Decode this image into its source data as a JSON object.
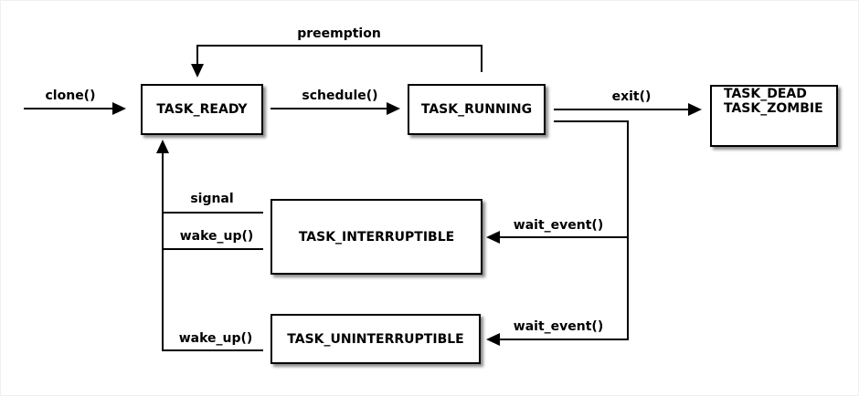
{
  "canvas": {
    "background": "#ffffff",
    "line_color": "#000000",
    "box_fill": "#ffffff",
    "box_border": "#000000",
    "shadow_color": "rgba(0,0,0,0.45)"
  },
  "nodes": {
    "task_ready": {
      "label": "TASK_READY"
    },
    "task_running": {
      "label": "TASK_RUNNING"
    },
    "task_dead_zombie": {
      "line1": "TASK_DEAD",
      "line2": "TASK_ZOMBIE"
    },
    "task_interruptible": {
      "label": "TASK_INTERRUPTIBLE"
    },
    "task_uninterruptible": {
      "label": "TASK_UNINTERRUPTIBLE"
    }
  },
  "edges": {
    "clone": {
      "label": "clone()"
    },
    "schedule": {
      "label": "schedule()"
    },
    "preemption": {
      "label": "preemption"
    },
    "exit": {
      "label": "exit()"
    },
    "wait_event_interruptible": {
      "label": "wait_event()"
    },
    "wait_event_uninterruptible": {
      "label": "wait_event()"
    },
    "signal": {
      "label": "signal"
    },
    "wake_up_interruptible": {
      "label": "wake_up()"
    },
    "wake_up_uninterruptible": {
      "label": "wake_up()"
    }
  }
}
